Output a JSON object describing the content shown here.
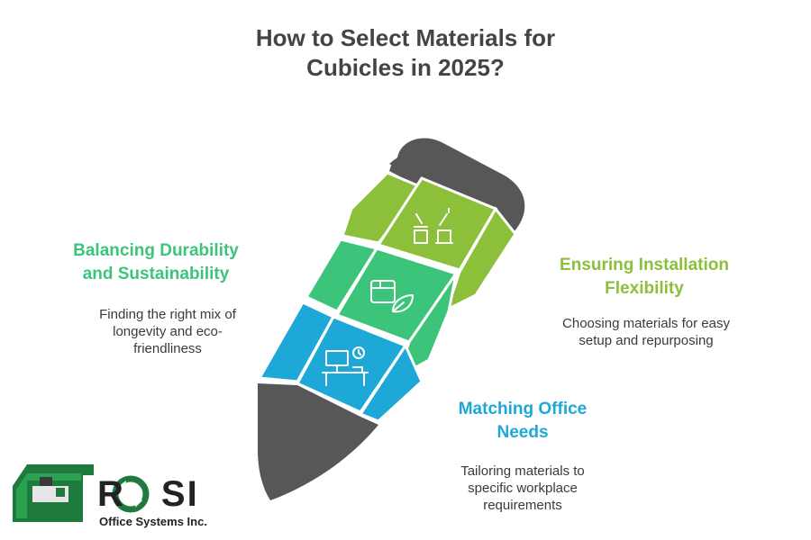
{
  "title": {
    "line1": "How to Select Materials for",
    "line2": "Cubicles in 2025?"
  },
  "colors": {
    "durability": "#3cc47a",
    "installation": "#8cbf3a",
    "office_needs": "#1ea8d8",
    "pencil_dark": "#555555",
    "logo_green": "#1f7a3d"
  },
  "sections": [
    {
      "id": "durability",
      "heading_line1": "Balancing Durability",
      "heading_line2": "and Sustainability",
      "desc_line1": "Finding the right mix of",
      "desc_line2": "longevity and eco-",
      "desc_line3": "friendliness",
      "icon": "box-leaf-icon"
    },
    {
      "id": "installation",
      "heading_line1": "Ensuring Installation",
      "heading_line2": "Flexibility",
      "desc_line1": "Choosing materials for easy",
      "desc_line2": "setup and repurposing",
      "icon": "office-furniture-icon"
    },
    {
      "id": "office_needs",
      "heading_line1": "Matching Office",
      "heading_line2": "Needs",
      "desc_line1": "Tailoring materials to",
      "desc_line2": "specific workplace",
      "desc_line3": "requirements",
      "icon": "desk-computer-icon"
    }
  ],
  "logo": {
    "brand": "RSI",
    "brand_full": "ROSI",
    "subtitle": "Office Systems Inc."
  }
}
